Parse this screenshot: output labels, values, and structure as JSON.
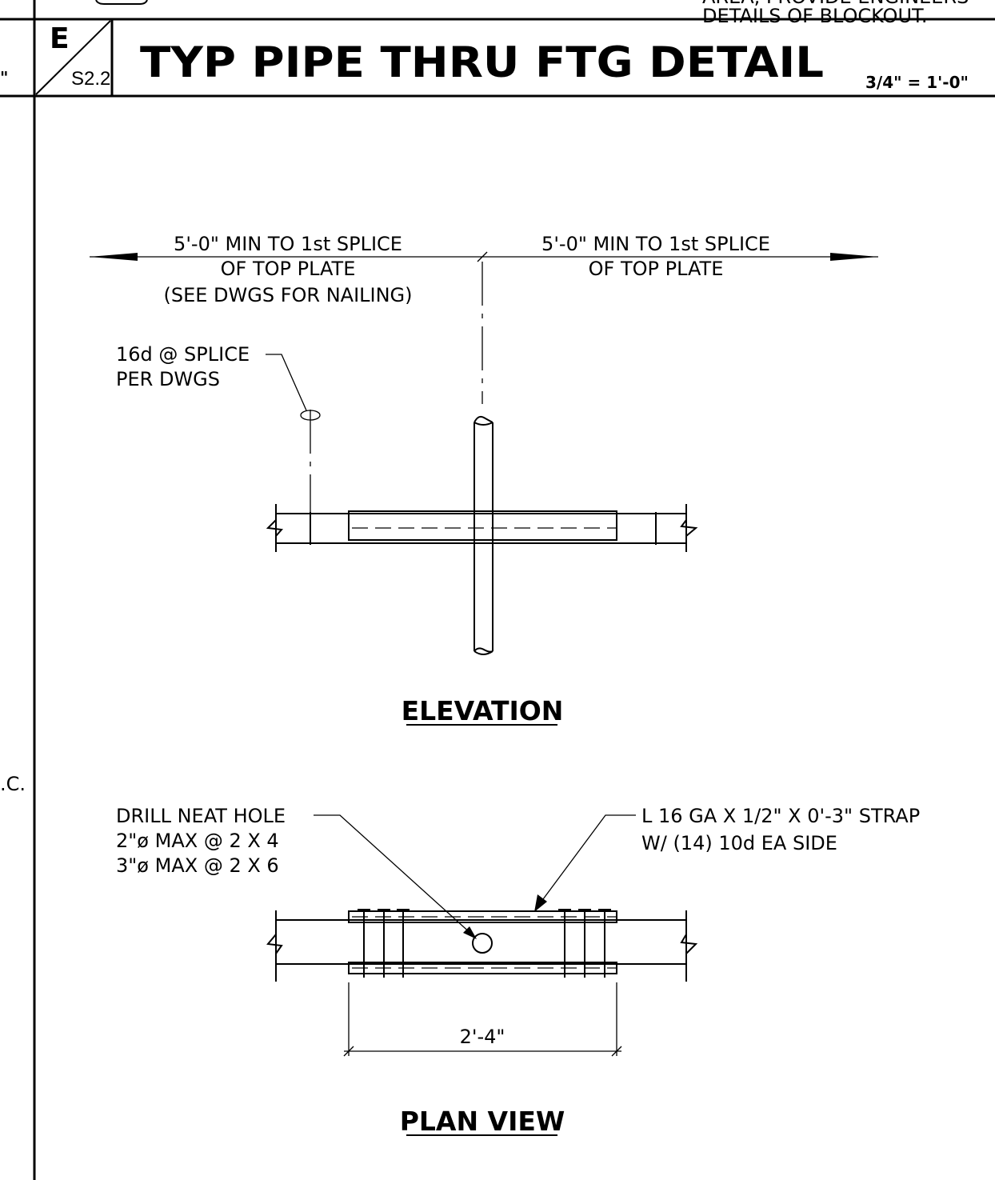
{
  "header": {
    "top_note_line1": "AREA, PROVIDE ENGINEERS",
    "top_note_line2": "DETAILS OF BLOCKOUT.",
    "detail_letter": "E",
    "sheet_ref": "S2.2",
    "title": "TYP PIPE THRU FTG DETAIL",
    "scale": "3/4\" = 1'-0\"",
    "left_margin_mark": "\"",
    "left_margin_oc": ".C."
  },
  "elevation": {
    "dim_left_line1": "5'-0\" MIN TO 1st SPLICE",
    "dim_left_line2": "OF TOP PLATE",
    "dim_left_line3": "(SEE DWGS FOR NAILING)",
    "dim_right_line1": "5'-0\" MIN TO 1st SPLICE",
    "dim_right_line2": "OF TOP PLATE",
    "splice_note_line1": "16d @ SPLICE",
    "splice_note_line2": "PER DWGS",
    "view_title": "ELEVATION"
  },
  "plan": {
    "drill_note_line1": "DRILL NEAT HOLE",
    "drill_note_line2": "2\"ø MAX @ 2 X 4",
    "drill_note_line3": "3\"ø MAX @ 2 X 6",
    "strap_note_line1": "L 16 GA X 1/2\" X 0'-3\" STRAP",
    "strap_note_line2": "W/ (14) 10d EA SIDE",
    "dim_strap": "2'-4\"",
    "view_title": "PLAN VIEW"
  }
}
